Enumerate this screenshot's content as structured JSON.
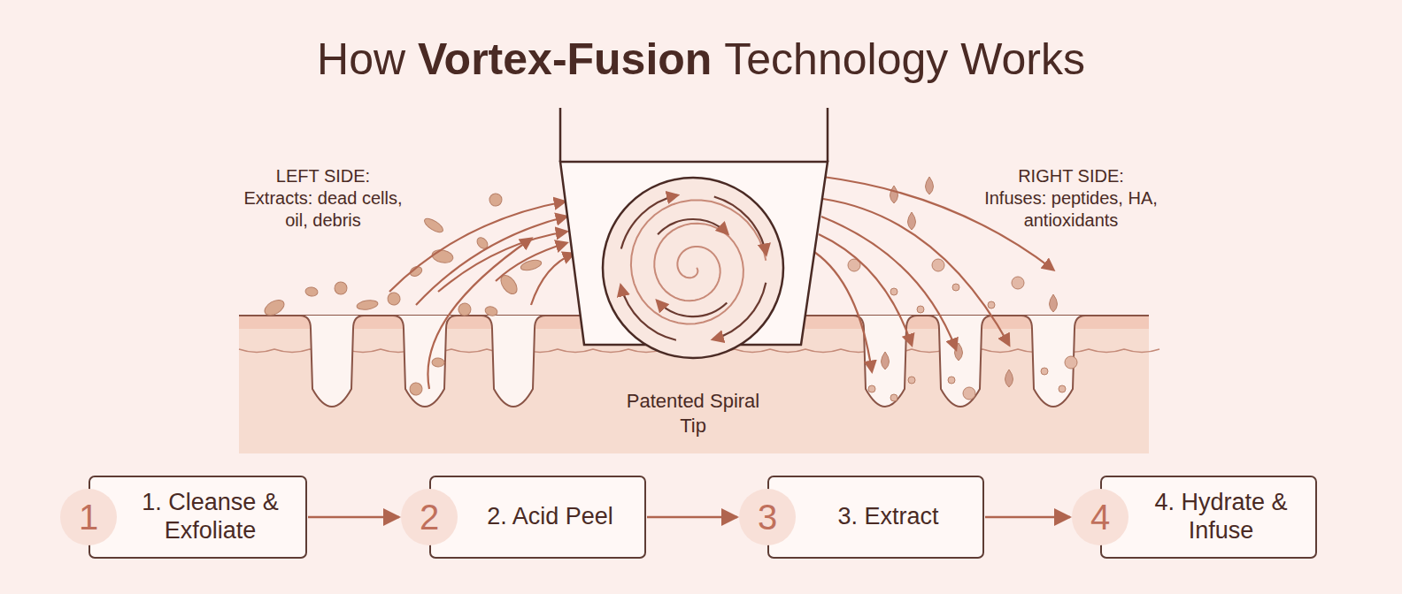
{
  "diagram": {
    "title": "How Vortex-Fusion Technology Works",
    "nodes": [
      {
        "text": [
          "1",
          "1. Cleanse & Exfoliate"
        ]
      },
      {
        "text": [
          "2",
          "2. Acid Peel"
        ]
      },
      {
        "text": [
          "3",
          "3. Extract"
        ]
      },
      {
        "text": [
          "4",
          "4. Hydrate & Infuse"
        ]
      }
    ],
    "edges": [
      {
        "from": 0,
        "to": 1,
        "arrow": "to"
      },
      {
        "from": 1,
        "to": 2,
        "arrow": "to"
      },
      {
        "from": 2,
        "to": 3,
        "arrow": "to"
      }
    ],
    "labels": [
      "LEFT SIDE:",
      "Extracts: dead cells, oil, debris",
      "RIGHT SIDE:",
      "Infuses: peptides, HA, antioxidants",
      "Patented Spiral Tip"
    ]
  }
}
